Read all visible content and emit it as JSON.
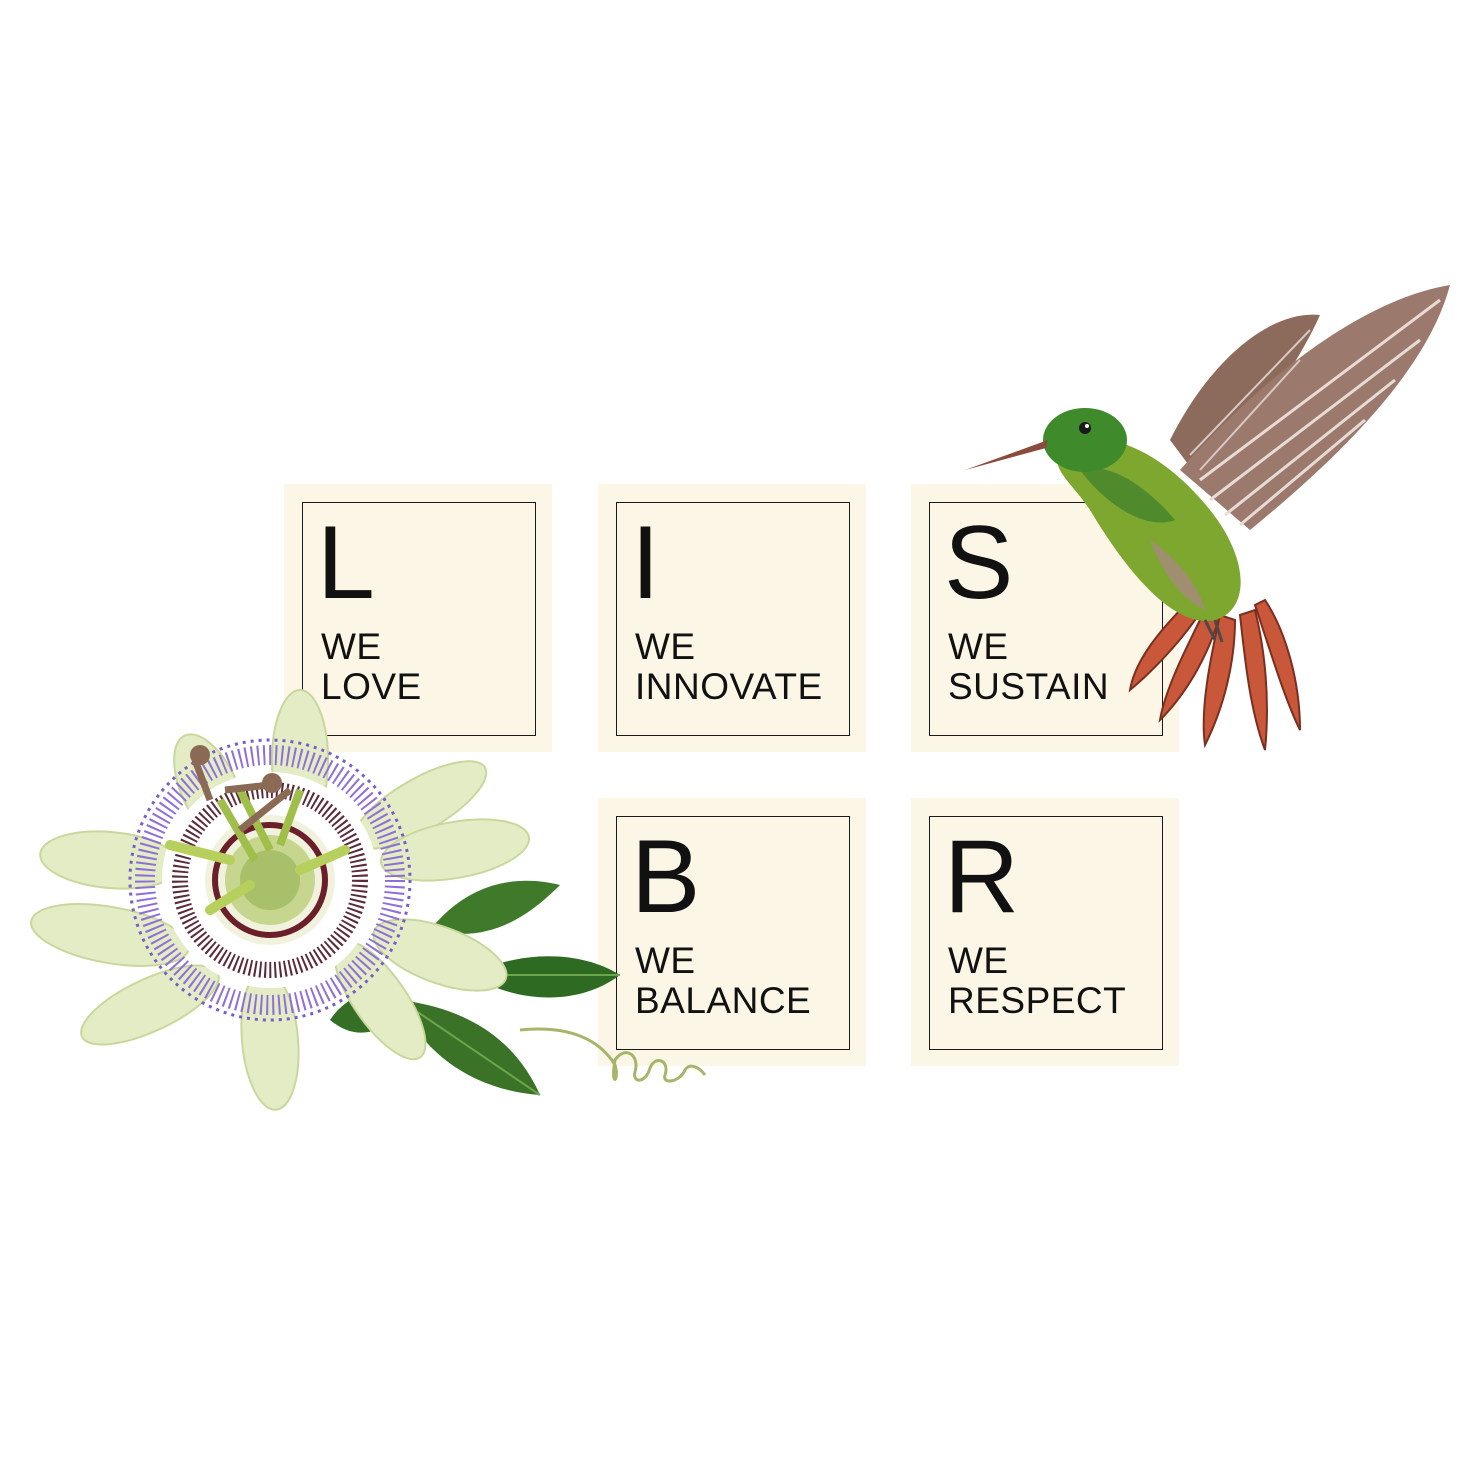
{
  "tiles": [
    {
      "letter": "L",
      "line1": "WE",
      "line2": "LOVE"
    },
    {
      "letter": "I",
      "line1": "WE",
      "line2": "INNOVATE"
    },
    {
      "letter": "S",
      "line1": "WE",
      "line2": "SUSTAIN"
    },
    {
      "letter": "B",
      "line1": "WE",
      "line2": "BALANCE"
    },
    {
      "letter": "R",
      "line1": "WE",
      "line2": "RESPECT"
    }
  ],
  "colors": {
    "tile_background": "#fbf6e6",
    "frame_stroke": "#1a1a1a",
    "text": "#111111"
  },
  "illustrations": {
    "flower": "passion-flower-illustration",
    "bird": "hummingbird-illustration"
  }
}
